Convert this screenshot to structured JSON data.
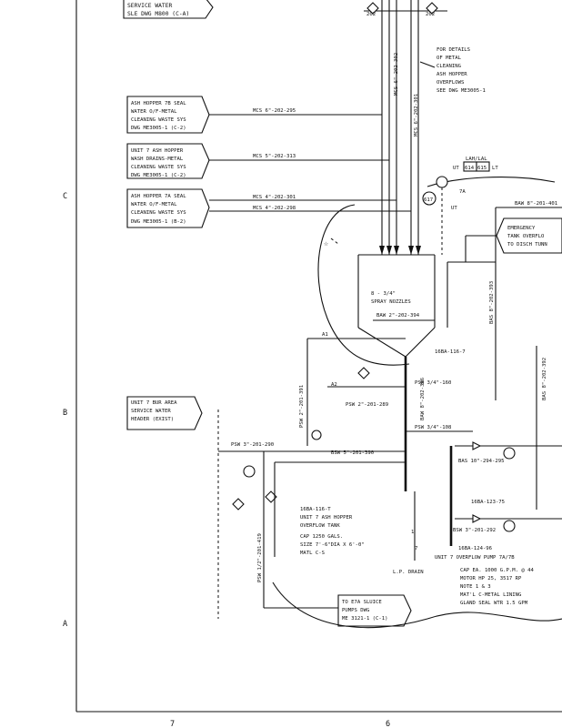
{
  "callouts": {
    "top_left": [
      "SERVICE WATER",
      "SLE DWG M800 (C-A)"
    ],
    "seal_water_overflow": [
      "ASH HOPPER 7B SEAL",
      "WATER O/F-METAL",
      "CLEANING WASTE SYS",
      "DWG ME3005-1 (C-2)"
    ],
    "hopper_wash_drains": [
      "UNIT 7 ASH HOPPER",
      "WASH DRAINS-METAL",
      "CLEANING WASTE SYS",
      "DWG ME3005-1 (C-2)"
    ],
    "seal_water_7a": [
      "ASH HOPPER 7A SEAL",
      "WATER O/F-METAL",
      "CLEANING WASTE SYS",
      "DWG ME3005-1 (B-2)"
    ],
    "service_water_header": [
      "UNIT 7 BUR AREA",
      "SERVICE WATER",
      "HEADER (EXIST)"
    ],
    "sluice_pumps": [
      "TO E7A SLUICE",
      "PUMPS DWG",
      "ME 3121-1 (C-1)"
    ],
    "metal_cleaning_details": [
      "FOR DETAILS",
      "OF METAL",
      "CLEANING",
      "ASH HOPPER",
      "OVERFLOWS",
      "SEE DWG ME3005-1"
    ],
    "emergency_tank": [
      "EMERGENCY",
      "TANK OVERFLO",
      "TO DISCH TUNN"
    ]
  },
  "line_numbers": {
    "mcs_295": "MCS 6\"-202-295",
    "mcs_313": "MCS 5\"-202-313",
    "mcs_301": "MCS 4\"-202-301",
    "mcs_298": "MCS 4\"-202-298",
    "mcs_vert_1": "MCS 6\"-202-302",
    "mcs_vert_2": "MCS 6\"-202-301",
    "bawb_401": "BAW 8\"-201-401",
    "baw_394": "BAW 2\"-202-394",
    "spray_nozzles": [
      "8 - 3/4\"",
      "SPRAY NOZZLES"
    ],
    "psw_290": "PSW 3\"-201-290",
    "psw_160": "PSW 3/4\"-160",
    "psw_vert": "PSW 2\"-201-391",
    "psw_289": "PSW 2\"-201-289",
    "psw_vert_2": "PSW 1/2\"-201-419",
    "bsw_390": "BSW 5\"-201-390",
    "bsw_292": "BSW 3\"-201-292",
    "bas_vert_1": "BAS 8\"-202-393",
    "bas_vert_2": "BAS 8\"-202-392",
    "baw_vert": "BAW 8\"-202-396",
    "bas_297": "BAS 10\"-294-295",
    "psw_108": "PSW 3/4\"-108",
    "tag_16ba_116_7": "16BA-116-7",
    "tag_16ba_123": "16BA-123-75",
    "tag_16ba_124": "16BA-124-96"
  },
  "tank": [
    "16BA-116-T",
    "UNIT 7 ASH HOPPER",
    "OVERFLOW TANK",
    "CAP 1250 GALS.",
    "SIZE 7'-6\"DIA X 6'-0\"",
    "MATL C-S"
  ],
  "pump": [
    "UNIT 7 OVERFLOW PUMP 7A/7B",
    "CAP EA. 1000 G.P.M. @ 44",
    "MOTOR HP 25, 3517 RP",
    "NOTE 1 & 3",
    "MAT'L C-METAL LINING",
    "GLAND SEAL WTR 1.5 GPM"
  ],
  "instrument": {
    "caption": "LAH/LAL",
    "left": "614",
    "right": "615",
    "prefix": "UT",
    "suffix": "LT",
    "bubble_1": "617",
    "bubble_2": "7A"
  },
  "labels": {
    "lp_drain": "L.P. DRAIN",
    "tag_a1": "A1",
    "tag_a2": "A2",
    "top_tag_1": "202",
    "top_tag_2": "202",
    "val_1": "1",
    "val_2": "7",
    "ut": "UT"
  },
  "grid": {
    "row_c": "C",
    "row_b": "B",
    "row_a": "A",
    "col_7": "7",
    "col_6": "6"
  }
}
